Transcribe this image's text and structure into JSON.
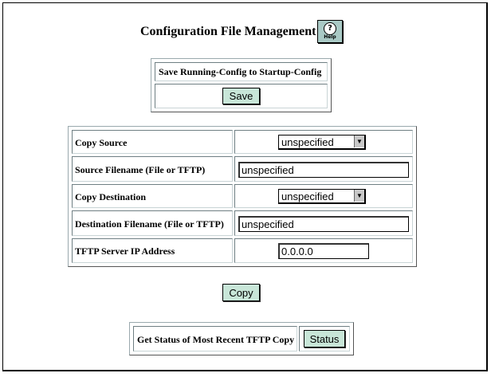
{
  "page": {
    "title": "Configuration File Management",
    "help_label": "Help"
  },
  "save_section": {
    "heading": "Save Running-Config to Startup-Config",
    "save_label": "Save"
  },
  "copy_form": {
    "copy_source_label": "Copy Source",
    "copy_source_value": "unspecified",
    "source_filename_label": "Source Filename (File or TFTP)",
    "source_filename_value": "unspecified",
    "copy_destination_label": "Copy Destination",
    "copy_destination_value": "unspecified",
    "destination_filename_label": "Destination Filename (File or TFTP)",
    "destination_filename_value": "unspecified",
    "tftp_ip_label": "TFTP Server IP Address",
    "tftp_ip_value": "0.0.0.0"
  },
  "copy_button_label": "Copy",
  "status_section": {
    "label": "Get Status of Most Recent TFTP Copy",
    "status_label": "Status"
  },
  "icons": {
    "help": "help-question-icon",
    "dropdown": "chevron-down-icon"
  }
}
